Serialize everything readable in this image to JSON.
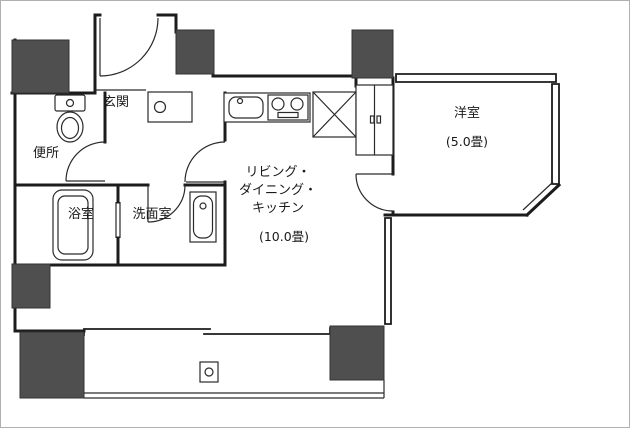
{
  "title": "apartment-floor-plan",
  "colors": {
    "wall": "#1c1c1c",
    "pillar": "#4f4f4f",
    "background": "#ffffff",
    "frame": "#b0b0b0"
  },
  "rooms": {
    "genkan": {
      "label": "玄関"
    },
    "toilet": {
      "label": "便所"
    },
    "bathroom": {
      "label": "浴室"
    },
    "washroom": {
      "label": "洗面室"
    },
    "ldk": {
      "line1": "リビング・",
      "line2": "ダイニング・",
      "line3": "キッチン",
      "size": "(10.0畳)"
    },
    "western_room": {
      "label": "洋室",
      "size": "(5.0畳)"
    }
  }
}
